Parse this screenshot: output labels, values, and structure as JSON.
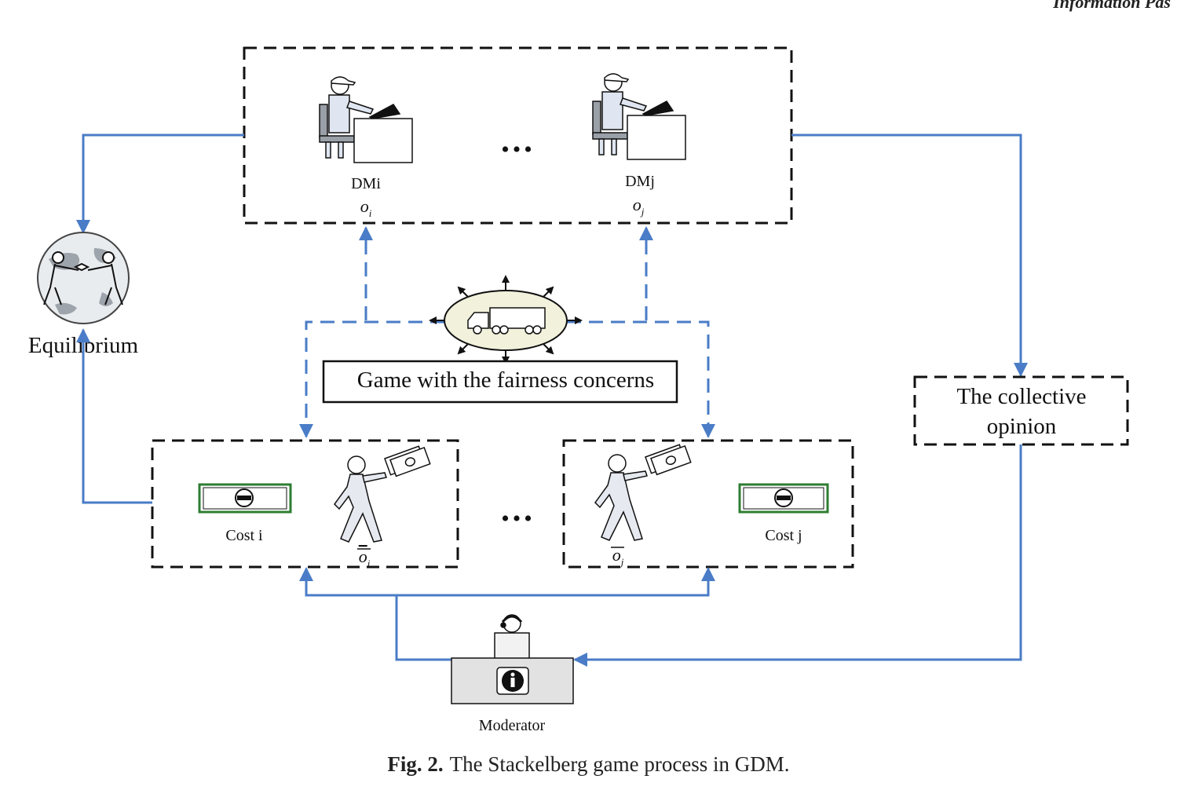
{
  "header": {
    "journal_running_title": "Information Pas"
  },
  "decision_makers": [
    {
      "label": "DMi",
      "opinion": "o",
      "subscript": "i"
    },
    {
      "label": "DMj",
      "opinion": "o",
      "subscript": "j"
    }
  ],
  "ellipsis": "•••",
  "equilibrium": {
    "label": "Equilibrium"
  },
  "game": {
    "label": "Game with the fairness concerns"
  },
  "collective_opinion": {
    "line1": "The collective",
    "line2": "opinion"
  },
  "costs": [
    {
      "label": "Cost i",
      "opinion": "o",
      "subscript": "i"
    },
    {
      "label": "Cost j",
      "opinion": "o",
      "subscript": "j"
    }
  ],
  "moderator": {
    "label": "Moderator"
  },
  "caption": {
    "prefix": "Fig. 2.",
    "text": "The Stackelberg game process in GDM."
  },
  "colors": {
    "arrow": "#4a7cc7",
    "box_border": "#111111",
    "money_border": "#2e7d32"
  },
  "icons": [
    "person-at-computer-icon",
    "globe-handshake-icon",
    "truck-icon",
    "walking-person-money-icon",
    "minus-sign-icon",
    "info-icon",
    "headset-person-icon"
  ]
}
